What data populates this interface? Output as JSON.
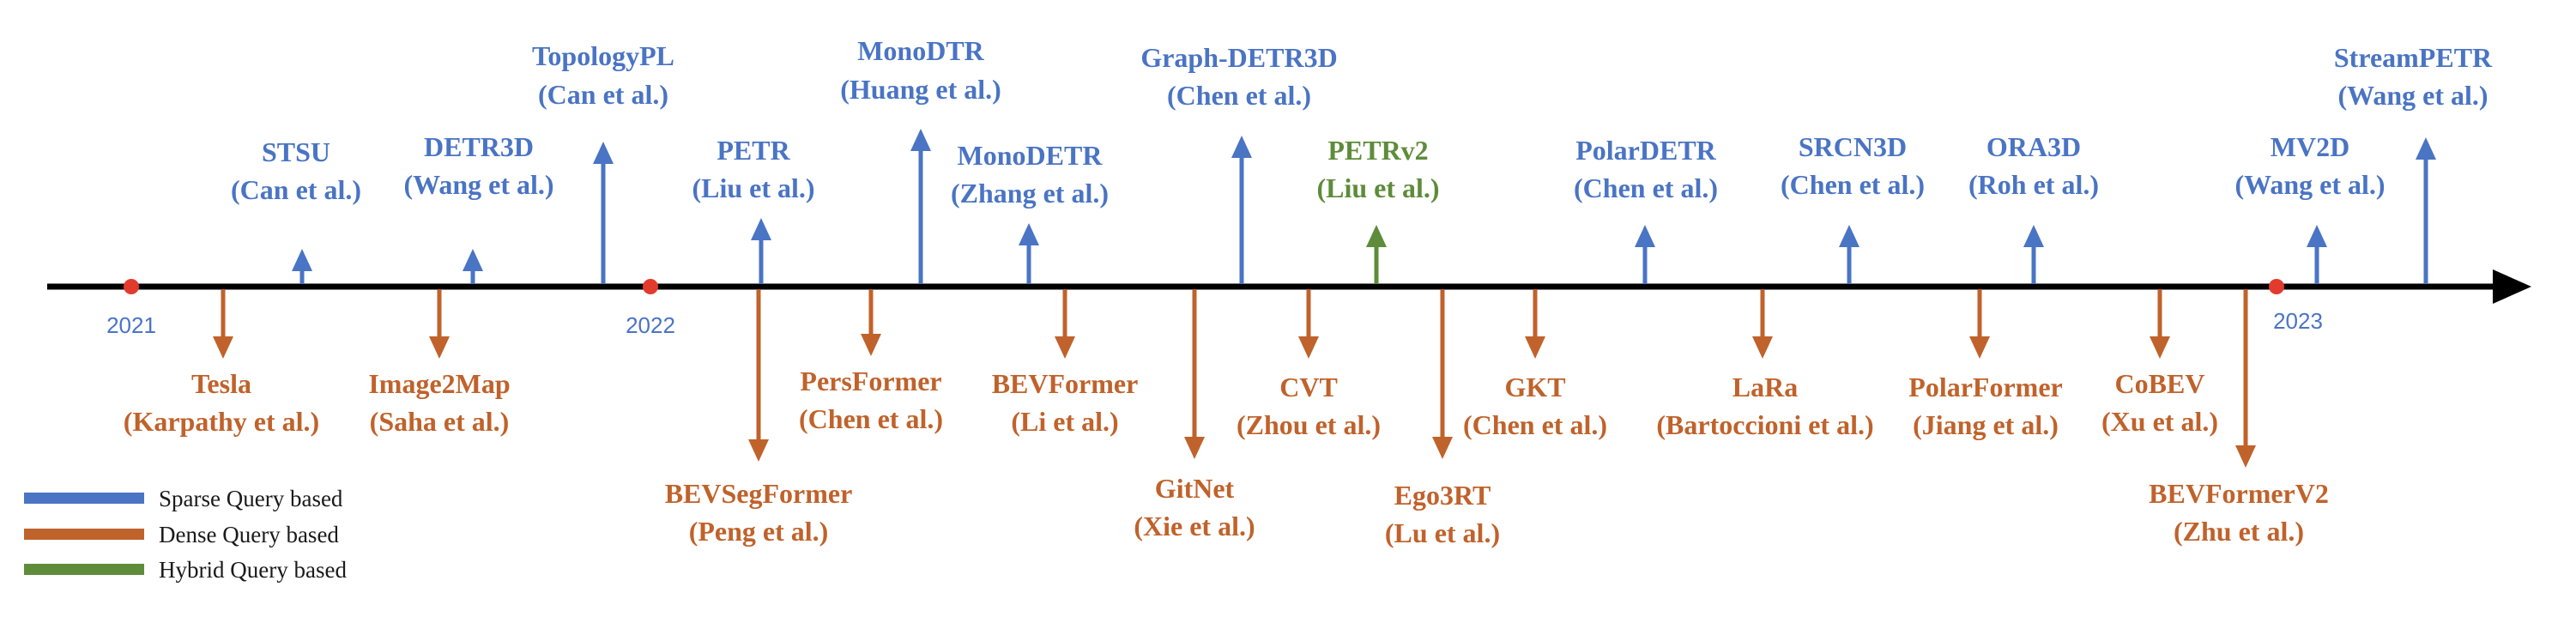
{
  "colors": {
    "sparse": "#4a74c4",
    "dense": "#c0622b",
    "hybrid": "#5e8c3a",
    "axis": "#000000",
    "year_dot": "#e23b2e",
    "year_text": "#4a74c4"
  },
  "years": [
    "2021",
    "2022",
    "2023"
  ],
  "methods": [
    {
      "name": "STSU",
      "authors": "(Can et al.)",
      "type": "sparse"
    },
    {
      "name": "DETR3D",
      "authors": "(Wang et al.)",
      "type": "sparse"
    },
    {
      "name": "TopologyPL",
      "authors": "(Can et al.)",
      "type": "sparse"
    },
    {
      "name": "PETR",
      "authors": "(Liu et al.)",
      "type": "sparse"
    },
    {
      "name": "MonoDTR",
      "authors": "(Huang et al.)",
      "type": "sparse"
    },
    {
      "name": "MonoDETR",
      "authors": "(Zhang et al.)",
      "type": "sparse"
    },
    {
      "name": "Graph-DETR3D",
      "authors": "(Chen et al.)",
      "type": "sparse"
    },
    {
      "name": "PETRv2",
      "authors": "(Liu et al.)",
      "type": "hybrid"
    },
    {
      "name": "PolarDETR",
      "authors": "(Chen et al.)",
      "type": "sparse"
    },
    {
      "name": "SRCN3D",
      "authors": "(Chen et al.)",
      "type": "sparse"
    },
    {
      "name": "ORA3D",
      "authors": "(Roh et al.)",
      "type": "sparse"
    },
    {
      "name": "MV2D",
      "authors": "(Wang et al.)",
      "type": "sparse"
    },
    {
      "name": "StreamPETR",
      "authors": "(Wang et al.)",
      "type": "sparse"
    },
    {
      "name": "Tesla",
      "authors": "(Karpathy et al.)",
      "type": "dense"
    },
    {
      "name": "Image2Map",
      "authors": "(Saha et al.)",
      "type": "dense"
    },
    {
      "name": "BEVSegFormer",
      "authors": "(Peng et al.)",
      "type": "dense"
    },
    {
      "name": "PersFormer",
      "authors": "(Chen et al.)",
      "type": "dense"
    },
    {
      "name": "BEVFormer",
      "authors": "(Li et al.)",
      "type": "dense"
    },
    {
      "name": "GitNet",
      "authors": "(Xie et al.)",
      "type": "dense"
    },
    {
      "name": "CVT",
      "authors": "(Zhou et al.)",
      "type": "dense"
    },
    {
      "name": "Ego3RT",
      "authors": "(Lu et al.)",
      "type": "dense"
    },
    {
      "name": "GKT",
      "authors": "(Chen et al.)",
      "type": "dense"
    },
    {
      "name": "LaRa",
      "authors": "(Bartoccioni et al.)",
      "type": "dense"
    },
    {
      "name": "PolarFormer",
      "authors": "(Jiang et al.)",
      "type": "dense"
    },
    {
      "name": "CoBEV",
      "authors": "(Xu et al.)",
      "type": "dense"
    },
    {
      "name": "BEVFormerV2",
      "authors": "(Zhu et al.)",
      "type": "dense"
    }
  ],
  "legend": [
    {
      "label": "Sparse Query based",
      "type": "sparse"
    },
    {
      "label": "Dense Query based",
      "type": "dense"
    },
    {
      "label": "Hybrid Query based",
      "type": "hybrid"
    }
  ]
}
